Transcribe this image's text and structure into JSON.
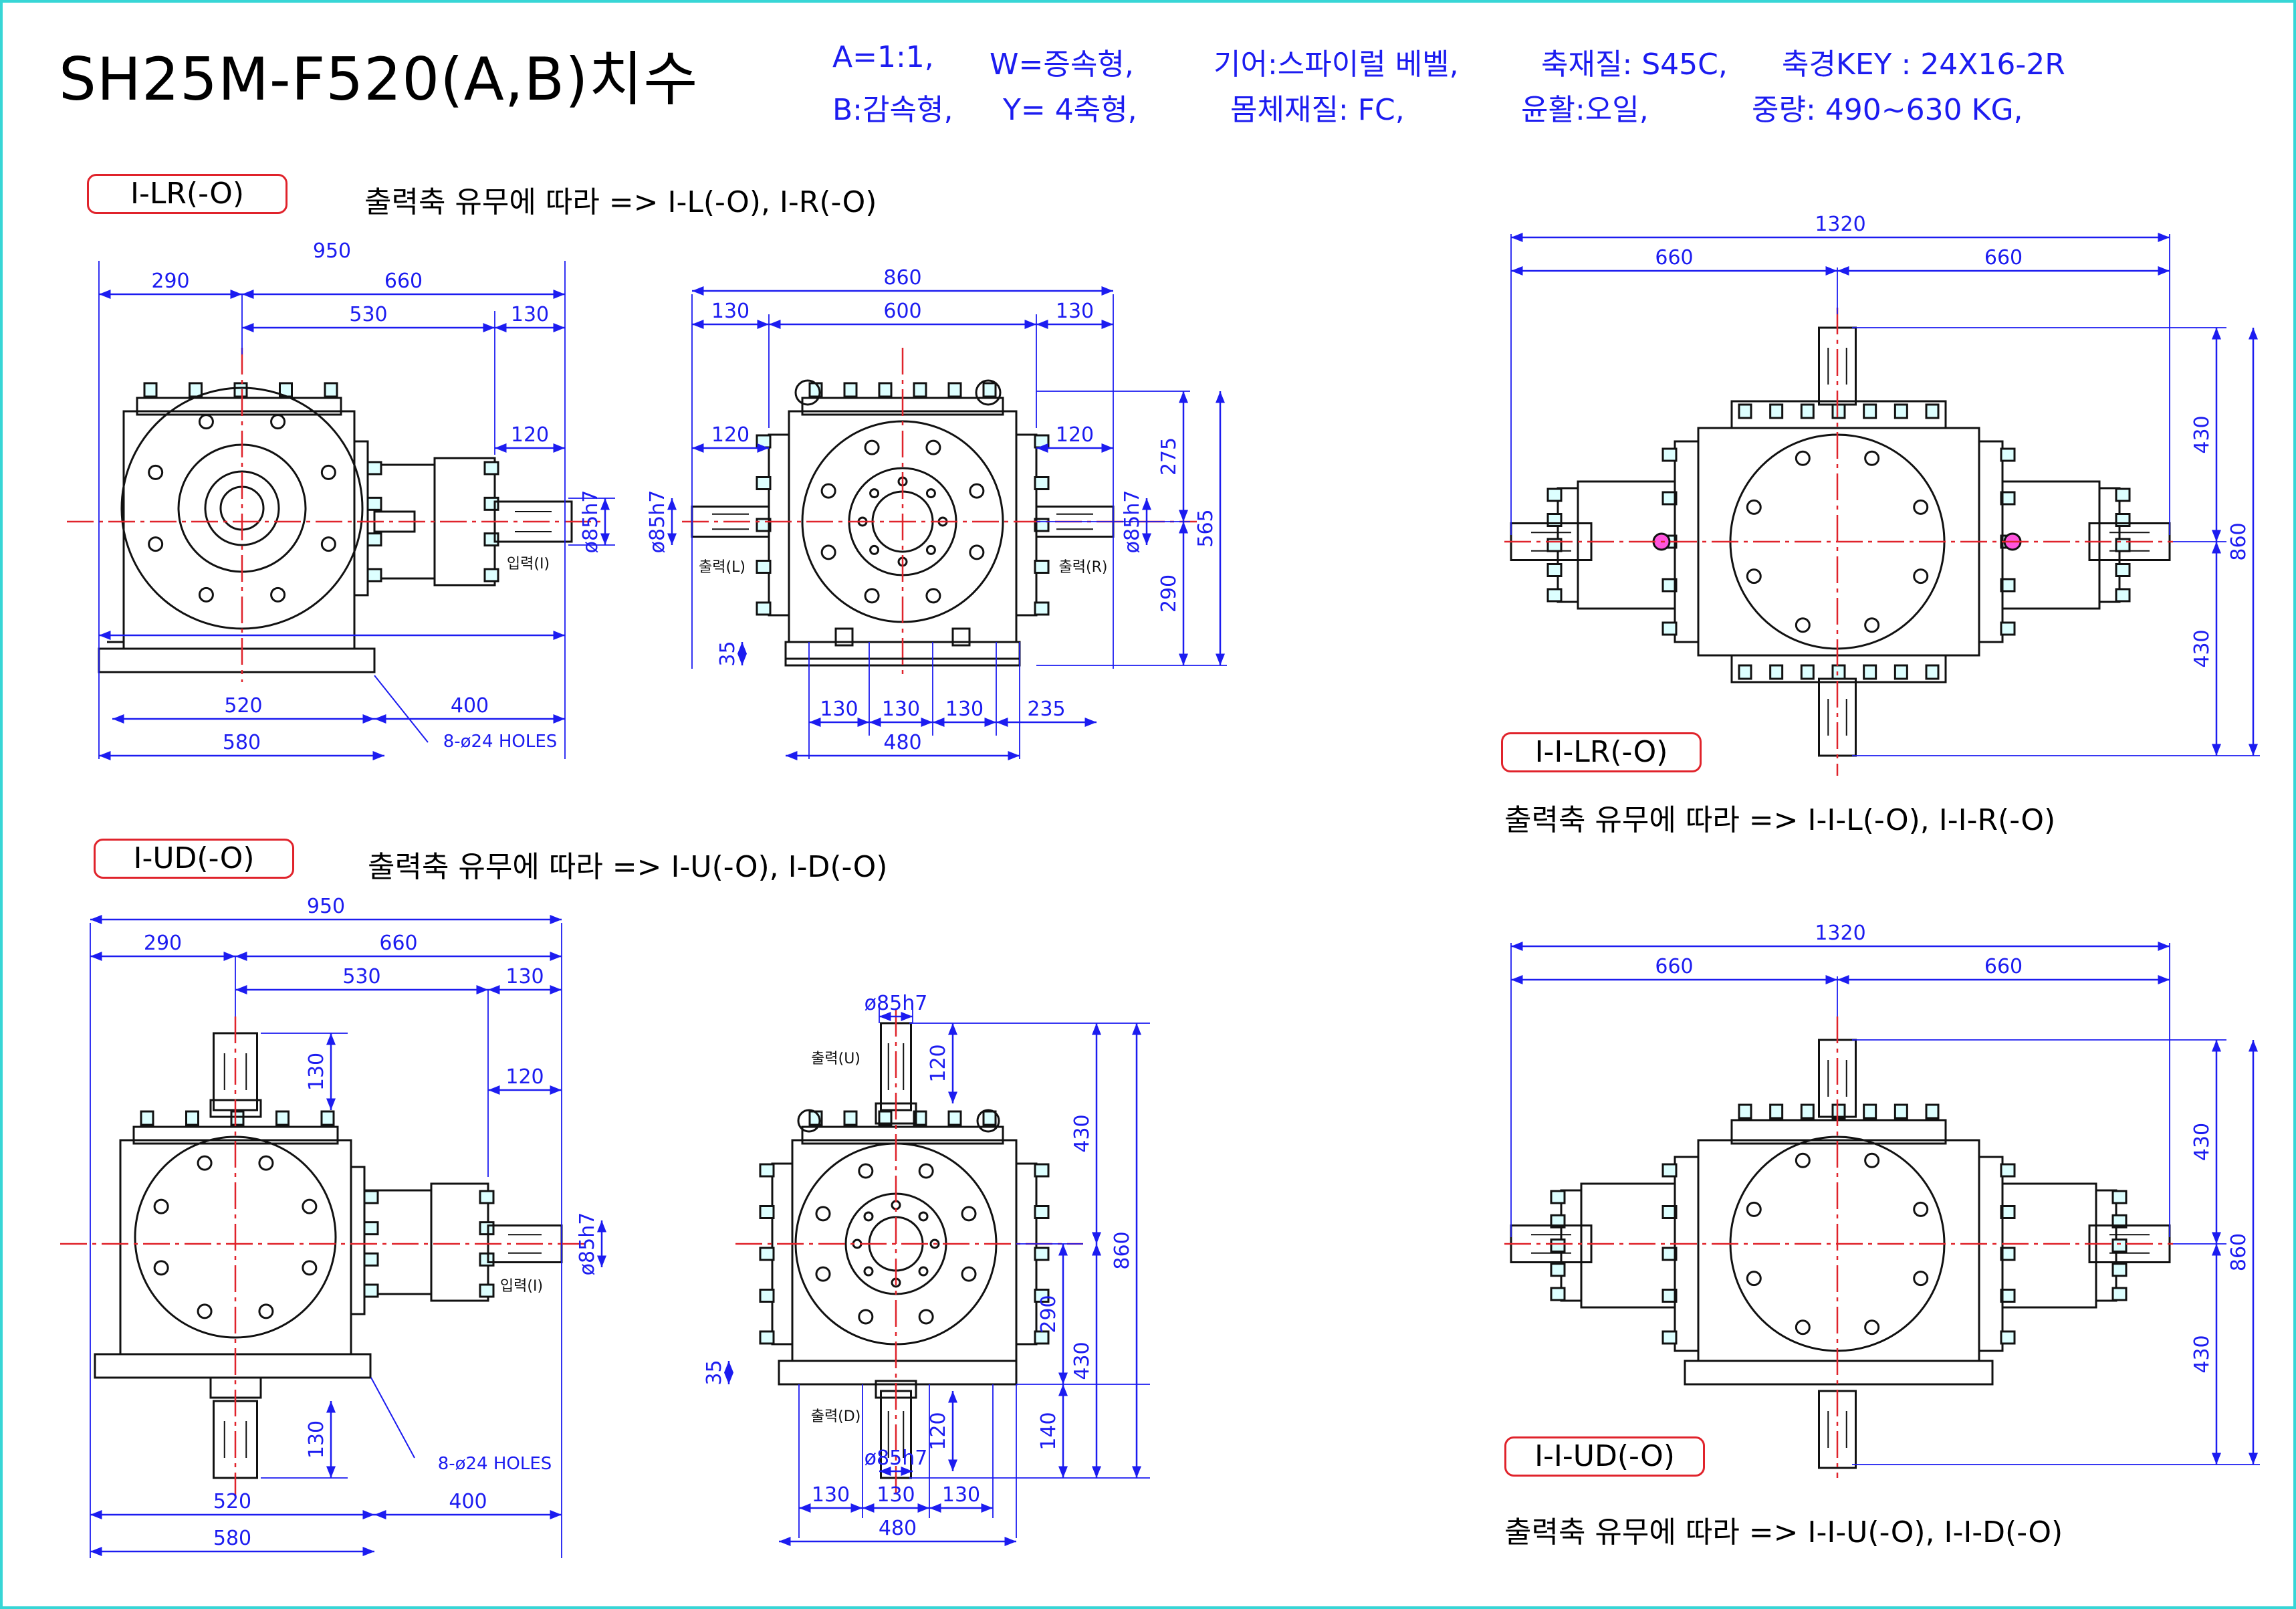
{
  "title": "SH25M-F520(A,B)치수",
  "specs": {
    "ratio": "A=1:1,",
    "type_w": "W=증속형,",
    "gear": "기어:스파이럴 베벨,",
    "shaft_material": "축재질: S45C,",
    "key": "축경KEY : 24X16-2R",
    "type_b": "B:감속형,",
    "type_y": "Y= 4축형,",
    "body_material": "몸체재질: FC,",
    "lube": "윤활:오일,",
    "weight": "중량: 490~630 KG,"
  },
  "sections": {
    "lr": {
      "tag": "I-LR(-O)",
      "note": "출력축 유무에 따라 => I-L(-O), I-R(-O)"
    },
    "ud": {
      "tag": "I-UD(-O)",
      "note": "출력축 유무에 따라 => I-U(-O), I-D(-O)"
    },
    "ilr": {
      "tag": "I-I-LR(-O)",
      "note": "출력축 유무에 따라 => I-I-L(-O), I-I-R(-O)"
    },
    "iud": {
      "tag": "I-I-UD(-O)",
      "note": "출력축 유무에 따라 => I-I-U(-O), I-I-D(-O)"
    }
  },
  "dims": {
    "d950": "950",
    "d290": "290",
    "d660": "660",
    "d530": "530",
    "d130": "130",
    "d120": "120",
    "d520": "520",
    "d400": "400",
    "d580": "580",
    "d860": "860",
    "d600": "600",
    "d275": "275",
    "d565": "565",
    "d35": "35",
    "d235": "235",
    "d480": "480",
    "d1320": "1320",
    "d430": "430",
    "d140": "140",
    "phi85": "ø85h7",
    "holes": "8-ø24  HOLES"
  },
  "labels": {
    "input": "입력(I)",
    "out_l": "출력(L)",
    "out_r": "출력(R)",
    "out_u": "출력(U)",
    "out_d": "출력(D)"
  }
}
